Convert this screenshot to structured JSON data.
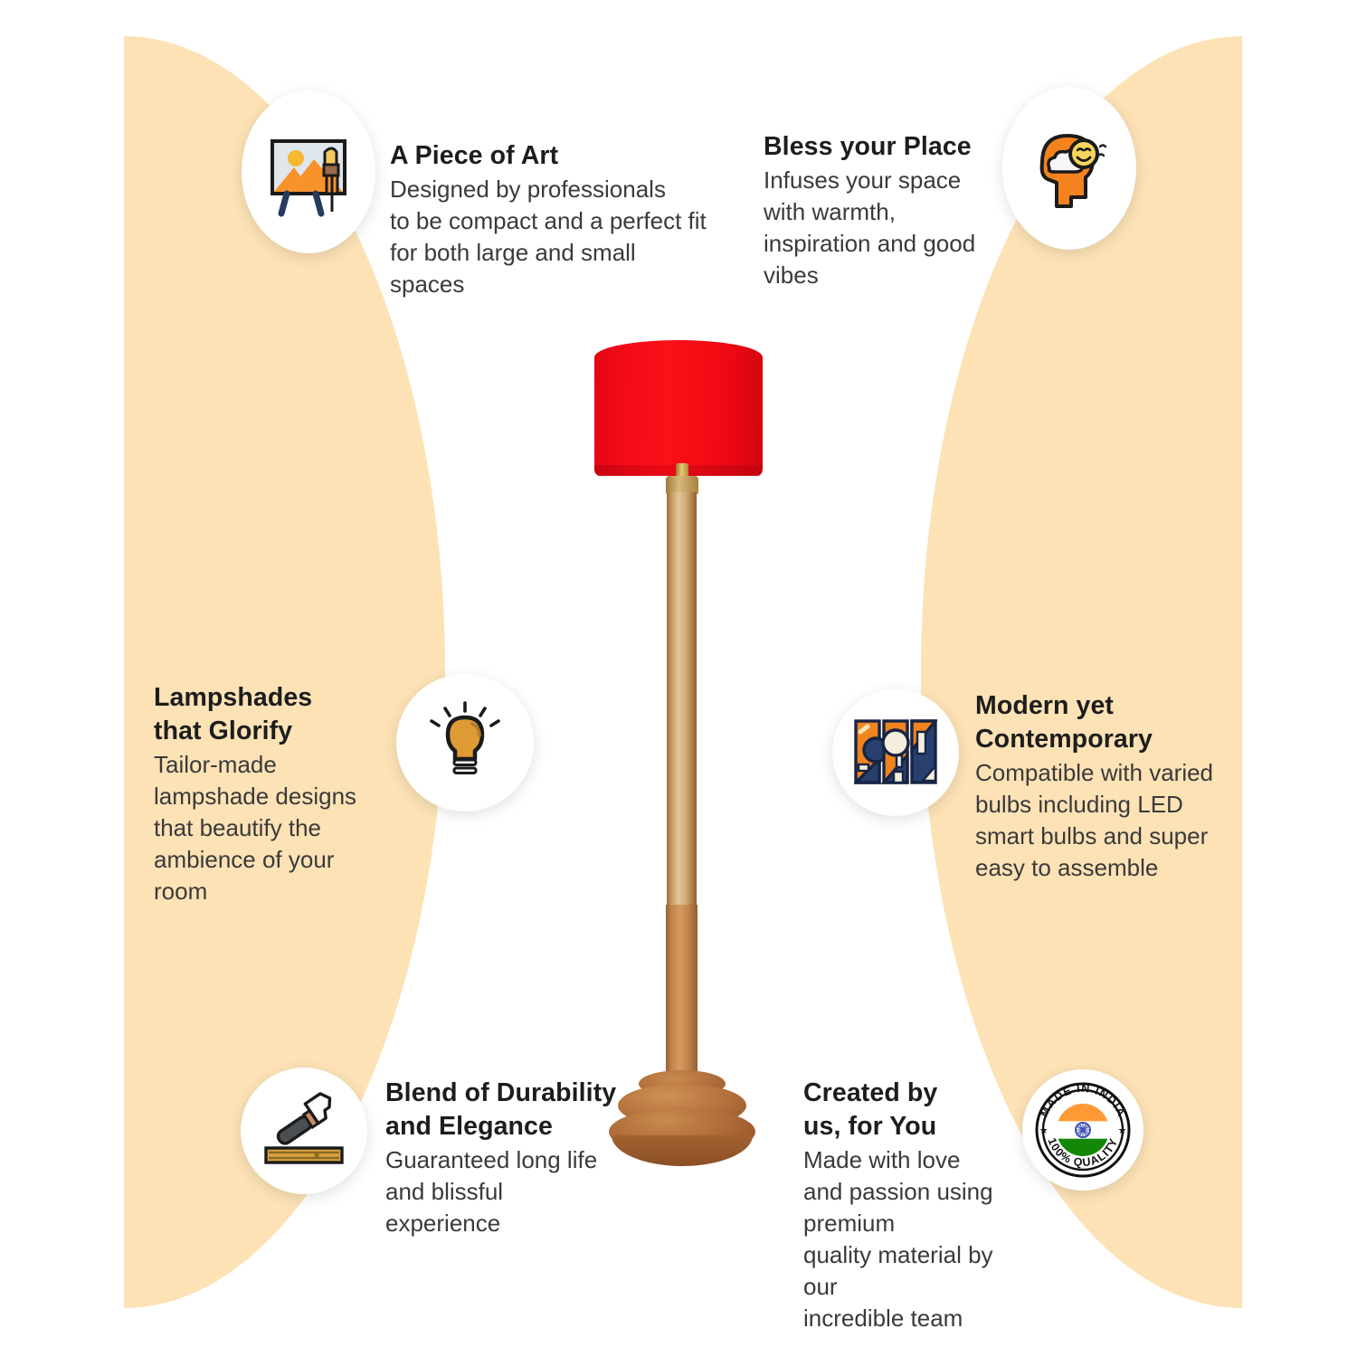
{
  "theme": {
    "cream": "#FCE2B5",
    "orange": "#F28A21",
    "navy": "#27406E",
    "red_shade": "#F00D17",
    "wood": "#C08A52",
    "title_color": "#1D1D1D",
    "body_color": "#3A3A3A",
    "flag_saffron": "#FF9933",
    "flag_green": "#138808",
    "flag_chakra": "#3F51B5"
  },
  "features": [
    {
      "id": "art",
      "icon": "easel-painting-icon",
      "title": "A Piece of Art",
      "body": "Designed by professionals\nto be compact and a perfect fit\nfor both large and small\nspaces"
    },
    {
      "id": "bless",
      "icon": "head-mind-smiley-icon",
      "title": "Bless your Place",
      "body": "Infuses your space\nwith warmth,\ninspiration and good\nvibes"
    },
    {
      "id": "lampshades",
      "icon": "light-bulb-icon",
      "title": "Lampshades\nthat Glorify",
      "body": "Tailor-made\nlampshade designs\nthat beautify the\nambience of your room"
    },
    {
      "id": "modern",
      "icon": "wall-art-panels-icon",
      "title": "Modern yet\nContemporary",
      "body": "Compatible with varied\nbulbs including LED\nsmart bulbs and super\neasy to assemble"
    },
    {
      "id": "blend",
      "icon": "hammer-plank-icon",
      "title": "Blend of Durability\nand Elegance",
      "body": "Guaranteed long life\nand blissful\nexperience"
    },
    {
      "id": "created",
      "icon": "made-in-india-badge-icon",
      "title": "Created by\nus, for You",
      "body": "Made with love\nand passion using premium\nquality material by our\nincredible team"
    }
  ],
  "badge": {
    "top_text": "MADE IN INDIA",
    "bottom_text": "100% QUALITY",
    "star_left": "★",
    "star_right": "★"
  },
  "product": {
    "name": "floor-lamp",
    "shade_color": "red",
    "base_material": "wood"
  }
}
